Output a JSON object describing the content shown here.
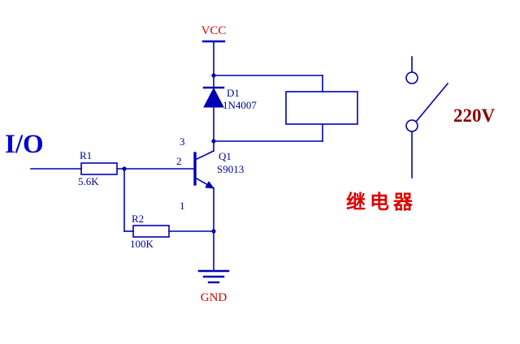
{
  "title": "Relay driver schematic",
  "colors": {
    "background": "#ffffff",
    "wire": "#0000b4",
    "label": "#0000a0",
    "red": "#dd0000",
    "maroon": "#8b0000",
    "io": "#0000cd"
  },
  "power": {
    "vcc": "VCC",
    "gnd": "GND"
  },
  "input": {
    "label": "I/O"
  },
  "components": {
    "d1": {
      "ref": "D1",
      "value": "1N4007"
    },
    "q1": {
      "ref": "Q1",
      "value": "S9013",
      "pins": {
        "collector": "3",
        "base": "2",
        "emitter": "1"
      }
    },
    "r1": {
      "ref": "R1",
      "value": "5.6K"
    },
    "r2": {
      "ref": "R2",
      "value": "100K"
    }
  },
  "relay": {
    "label_cn": "继电器",
    "mains": "220V"
  }
}
